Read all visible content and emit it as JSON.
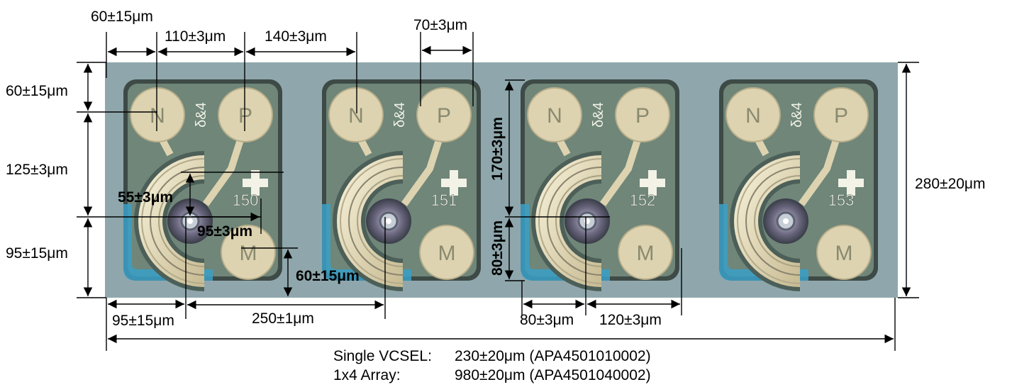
{
  "dimensions": {
    "top_left_gap": "60±15μm",
    "top_np_spacing": "110±3μm",
    "top_p_to_next_n": "140±3μm",
    "top_pad_right": "70±3μm",
    "left_top": "60±15μm",
    "left_mid": "125±3μm",
    "left_bottom": "95±15μm",
    "aperture_offset_y": "55±3μm",
    "aperture_offset_x": "95±3μm",
    "m_pad_offset": "60±15μm",
    "bottom_left": "95±15μm",
    "pitch": "250±1μm",
    "vertical_upper": "170±3μm",
    "vertical_lower": "80±3μm",
    "bottom_left_2": "80±3μm",
    "bottom_right_2": "120±3μm",
    "chip_height": "280±20μm"
  },
  "chips": [
    {
      "number": "150",
      "pads": [
        "N",
        "P",
        "M"
      ]
    },
    {
      "number": "151",
      "pads": [
        "N",
        "P",
        "M"
      ]
    },
    {
      "number": "152",
      "pads": [
        "N",
        "P",
        "M"
      ]
    },
    {
      "number": "153",
      "pads": [
        "N",
        "P",
        "M"
      ]
    }
  ],
  "captions": {
    "line1_label": "Single VCSEL:",
    "line1_value": "230±20μm (APA4501010002)",
    "line2_label": "1x4 Array:",
    "line2_value": "980±20μm (APA4501040002)"
  },
  "chip_marking": "δ&4",
  "colors": {
    "substrate": "#8fa7ac",
    "chip_frame": "#3d4a46",
    "chip_fill": "#6f8679",
    "pad": "#ddd3b0",
    "blue_edge": "#3aa0c8"
  }
}
